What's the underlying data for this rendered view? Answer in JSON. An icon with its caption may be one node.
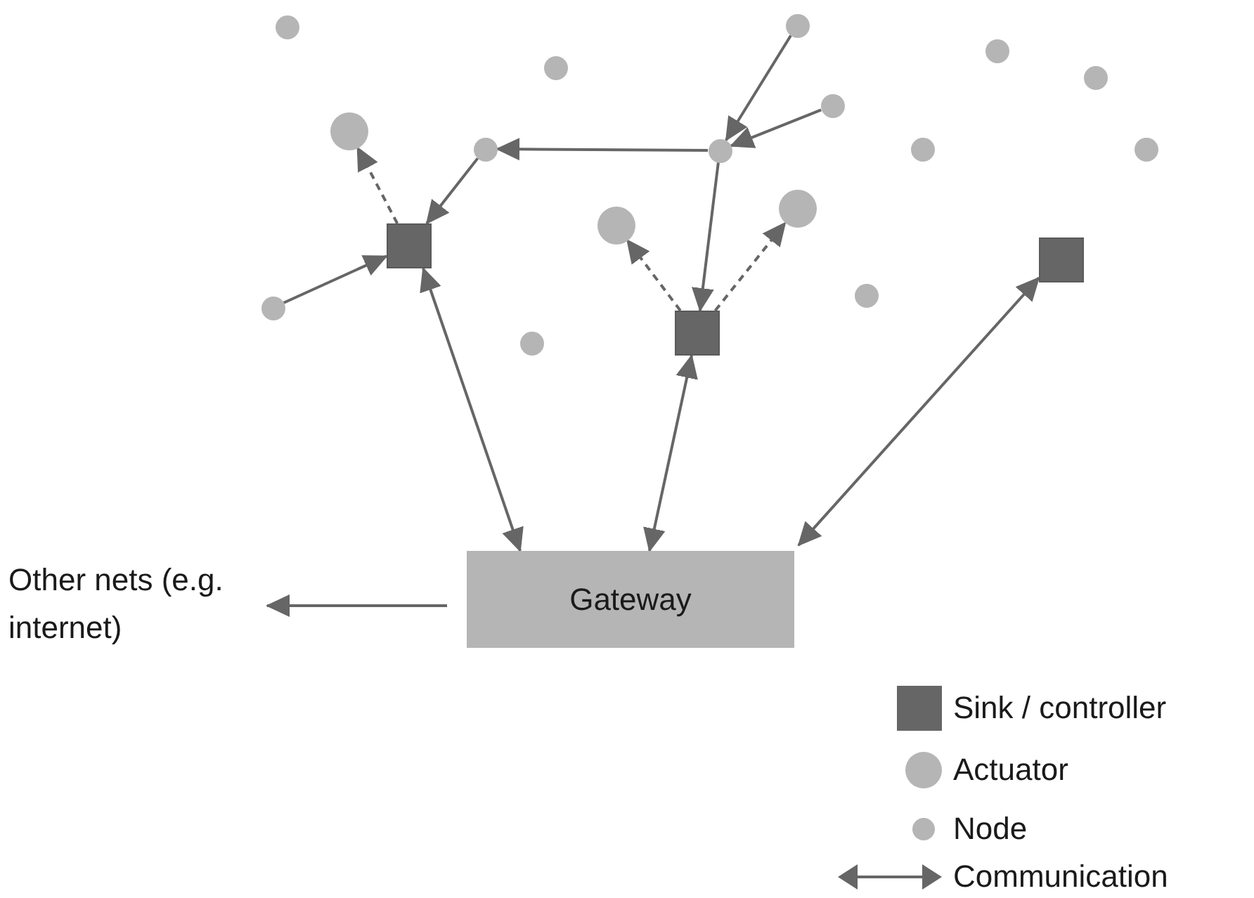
{
  "diagram": {
    "nodes": [
      {
        "text": [],
        "shape": "circle"
      },
      {
        "text": [],
        "shape": "circle"
      },
      {
        "text": [],
        "shape": "circle"
      },
      {
        "text": [],
        "shape": "circle"
      },
      {
        "text": [],
        "shape": "circle"
      },
      {
        "text": [],
        "shape": "circle"
      },
      {
        "text": [],
        "shape": "circle"
      },
      {
        "text": [],
        "shape": "circle"
      },
      {
        "text": [],
        "shape": "circle"
      },
      {
        "text": [],
        "shape": "circle"
      },
      {
        "text": [],
        "shape": "circle"
      },
      {
        "text": [],
        "shape": "circle"
      },
      {
        "text": [],
        "shape": "circle"
      },
      {
        "text": [],
        "shape": "box"
      },
      {
        "text": [],
        "shape": "box"
      },
      {
        "text": [],
        "shape": "circle"
      },
      {
        "text": [],
        "shape": "circle"
      },
      {
        "text": [],
        "shape": "box"
      },
      {
        "text": [],
        "shape": "circle"
      },
      {
        "text": [
          "Other nets (e.g. internet)"
        ]
      },
      {
        "text": [
          "Gateway"
        ]
      }
    ],
    "edges": [
      {
        "from": 1,
        "to": 8,
        "arrow": "to"
      },
      {
        "from": 5,
        "to": 8,
        "arrow": "to"
      },
      {
        "from": 8,
        "to": 7,
        "arrow": "to"
      },
      {
        "from": 8,
        "to": 17,
        "arrow": "to"
      },
      {
        "from": 7,
        "to": 13,
        "arrow": "to"
      },
      {
        "from": 13,
        "to": 6,
        "arrow": "to",
        "style": "dashed"
      },
      {
        "from": 16,
        "to": 13,
        "arrow": "to"
      },
      {
        "from": 17,
        "to": 12,
        "arrow": "to",
        "style": "dashed"
      },
      {
        "from": 17,
        "to": 11,
        "arrow": "to",
        "style": "dashed"
      },
      {
        "from": 20,
        "to": 13,
        "arrow": "both"
      },
      {
        "from": 20,
        "to": 17,
        "arrow": "both"
      },
      {
        "from": 20,
        "to": 14,
        "arrow": "both"
      },
      {
        "from": 20,
        "to": 19,
        "arrow": "to"
      }
    ],
    "legend": [
      {
        "text": "Sink / controller"
      },
      {
        "text": "Actuator"
      },
      {
        "text": "Node"
      },
      {
        "text": "Communication"
      }
    ]
  }
}
